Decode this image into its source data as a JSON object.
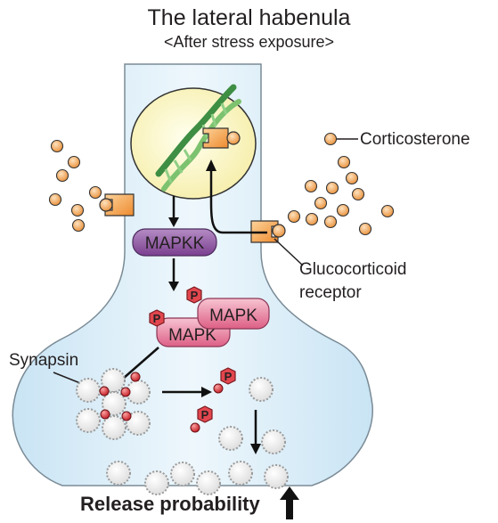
{
  "title": "The lateral habenula",
  "subtitle": "<After stress exposure>",
  "labels": {
    "corticosterone": "Corticosterone",
    "receptor_line1": "Glucocorticoid",
    "receptor_line2": "receptor",
    "synapsin": "Synapsin",
    "release": "Release probability",
    "mapkk": "MAPKK",
    "mapk": "MAPK",
    "mapk_back": "MAPK",
    "phospho": "P"
  },
  "colors": {
    "neuron_fill": "#d6ecf7",
    "neuron_stroke": "#7a8b96",
    "nucleus_fill": "#fbf6c9",
    "dna_green": "#4a9c4e",
    "receptor_orange": "#f39a3b",
    "cort_orange": "#f4a65a",
    "mapkk_purple": "#8a4f9e",
    "mapk_pink": "#e06a8f",
    "phospho_red": "#d9363e",
    "vesicle_fill": "#f2f2f2"
  }
}
